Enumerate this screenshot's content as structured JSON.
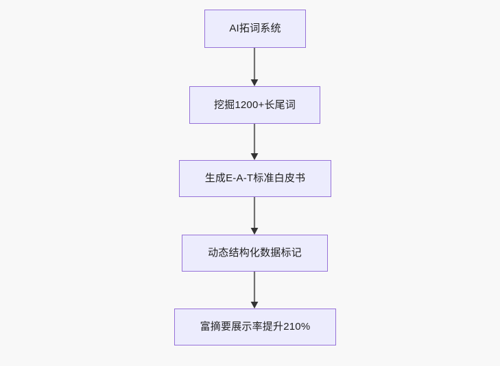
{
  "diagram": {
    "type": "flowchart",
    "orientation": "top-to-bottom",
    "background_color": "#f8f8f8",
    "node_fill_color": "#ececfd",
    "node_border_color": "#9570d8",
    "node_text_color": "#1f1f1f",
    "connector_color": "#707070",
    "arrowhead_color": "#333333",
    "nodes": [
      {
        "id": "n1",
        "label": "AI拓词系统"
      },
      {
        "id": "n2",
        "label": "挖掘1200+长尾词"
      },
      {
        "id": "n3",
        "label": "生成E-A-T标准白皮书"
      },
      {
        "id": "n4",
        "label": "动态结构化数据标记"
      },
      {
        "id": "n5",
        "label": "富摘要展示率提升210%"
      }
    ],
    "edges": [
      {
        "from": "n1",
        "to": "n2",
        "label": ""
      },
      {
        "from": "n2",
        "to": "n3",
        "label": ""
      },
      {
        "from": "n3",
        "to": "n4",
        "label": ""
      },
      {
        "from": "n4",
        "to": "n5",
        "label": ""
      }
    ]
  }
}
